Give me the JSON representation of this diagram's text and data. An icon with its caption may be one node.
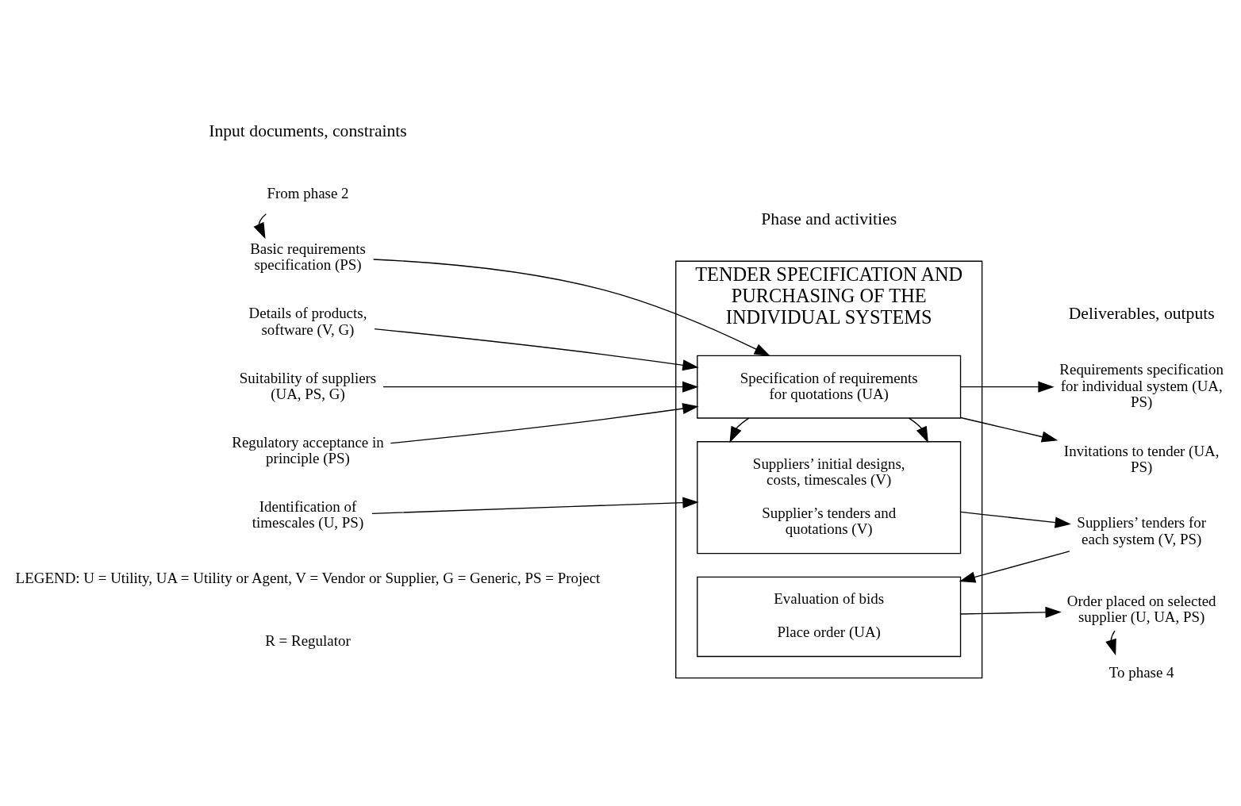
{
  "diagram": {
    "nodes": [
      {
        "text": [
          "From phase 2"
        ]
      },
      {
        "text": [
          "Basic requirements specification (PS)"
        ]
      },
      {
        "text": [
          "Details of products, software (V, G)"
        ]
      },
      {
        "text": [
          "Suitability of suppliers (UA, PS, G)"
        ]
      },
      {
        "text": [
          "Regulatory acceptance in principle (PS)"
        ]
      },
      {
        "text": [
          "Identification of timescales (U, PS)"
        ]
      },
      {
        "text": [
          "TENDER SPECIFICATION AND PURCHASING OF THE INDIVIDUAL SYSTEMS"
        ]
      },
      {
        "text": [
          "Specification of requirements for quotations (UA)"
        ],
        "in": 6
      },
      {
        "text": [
          "Suppliers’ initial designs, costs, timescales (V)",
          "Supplier’s tenders and quotations (V)"
        ],
        "in": 6
      },
      {
        "text": [
          "Evaluation of bids",
          "Place order (UA)"
        ],
        "in": 6
      },
      {
        "text": [
          "Requirements specification for individual system (UA, PS)"
        ]
      },
      {
        "text": [
          "Invitations to tender (UA, PS)"
        ]
      },
      {
        "text": [
          "Suppliers’ tenders for each system (V, PS)"
        ]
      },
      {
        "text": [
          "Order placed on selected supplier (U, UA, PS)"
        ]
      },
      {
        "text": [
          "To phase 4"
        ]
      }
    ],
    "edges": [
      {
        "from": 0,
        "to": 1,
        "arrow": "to"
      },
      {
        "from": 1,
        "to": 7,
        "arrow": "to"
      },
      {
        "from": 2,
        "to": 7,
        "arrow": "to"
      },
      {
        "from": 3,
        "to": 7,
        "arrow": "to"
      },
      {
        "from": 4,
        "to": 7,
        "arrow": "to"
      },
      {
        "from": 5,
        "to": 8,
        "arrow": "to"
      },
      {
        "from": 7,
        "to": 10,
        "arrow": "to"
      },
      {
        "from": 7,
        "to": 11,
        "arrow": "to"
      },
      {
        "from": 7,
        "to": 8,
        "arrow": "to"
      },
      {
        "from": 7,
        "to": 8,
        "arrow": "to"
      },
      {
        "from": 8,
        "to": 12,
        "arrow": "to"
      },
      {
        "from": 12,
        "to": 9,
        "arrow": "to"
      },
      {
        "from": 9,
        "to": 13,
        "arrow": "to"
      },
      {
        "from": 13,
        "to": 14,
        "arrow": "to"
      }
    ],
    "labels": [
      "Input documents, constraints",
      "Phase and activities",
      "Deliverables, outputs",
      "LEGEND: U = Utility, UA = Utility or Agent, V = Vendor or Supplier, G = Generic, PS = Project",
      "R = Regulator"
    ]
  }
}
